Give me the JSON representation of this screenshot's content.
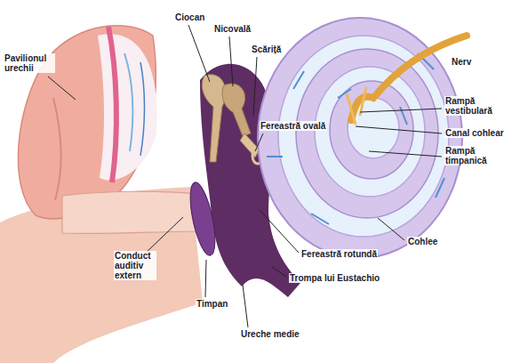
{
  "diagram": {
    "labels": [
      "Pavilionul urechii",
      "Ciocan",
      "Nicovală",
      "Scăriță",
      "Fereastră ovală",
      "Nerv",
      "Rampă vestibulară",
      "Canal cohlear",
      "Rampă timpanică",
      "Cohlee",
      "Fereastră rotundă",
      "Trompa lui Eustachio",
      "Conduct auditiv extern",
      "Timpan",
      "Ureche medie"
    ]
  }
}
